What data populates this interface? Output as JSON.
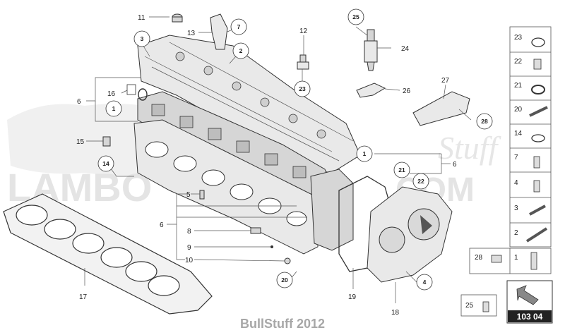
{
  "watermark": {
    "text_main": "LAMBO",
    "text_suffix": "Stuff",
    "text_com": "COM"
  },
  "footer": "BullStuff 2012",
  "reference_box": {
    "label": "103 04"
  },
  "boxed_part_25": {
    "number": "25"
  },
  "boxed_part_28": {
    "number": "28",
    "second": "1"
  },
  "legend_items": [
    {
      "number": "23"
    },
    {
      "number": "22"
    },
    {
      "number": "21"
    },
    {
      "number": "20"
    },
    {
      "number": "14"
    },
    {
      "number": "7"
    },
    {
      "number": "4"
    },
    {
      "number": "3"
    },
    {
      "number": "2"
    }
  ],
  "plain_labels": {
    "l11": "11",
    "l13": "13",
    "l12": "12",
    "l24": "24",
    "l16": "16",
    "l6a": "6",
    "l26": "26",
    "l27": "27",
    "l15": "15",
    "l5": "5",
    "l6b": "6",
    "l8": "8",
    "l9": "9",
    "l10": "10",
    "l17": "17",
    "l19": "19",
    "l18": "18",
    "l6c": "6"
  },
  "circled_labels": {
    "c25": "25",
    "c7": "7",
    "c3": "3",
    "c2": "2",
    "c23": "23",
    "c1a": "1",
    "c28": "28",
    "c14": "14",
    "c1b": "1",
    "c21": "21",
    "c22": "22",
    "c20": "20",
    "c4": "4"
  }
}
